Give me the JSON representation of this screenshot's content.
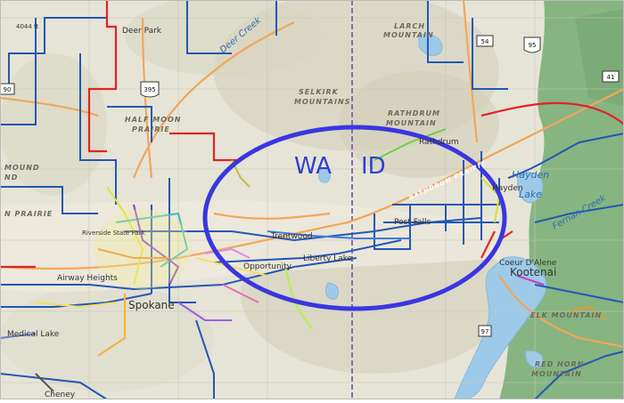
{
  "map": {
    "elevation_label": "4044 ft",
    "state_labels": {
      "washington": "WA",
      "idaho": "ID"
    },
    "places": {
      "deer_park": "Deer Park",
      "trentwood": "Trentwood",
      "opportunity": "Opportunity",
      "liberty_lake": "Liberty Lake",
      "riverside_park": "Riverside State Park",
      "airway_heights": "Airway Heights",
      "spokane": "Spokane",
      "medical_lake": "Medical Lake",
      "post_falls": "Post Falls",
      "coeur_dalene": "Coeur D'Alene",
      "kootenai": "Kootenai",
      "hayden": "Hayden",
      "rathdrum": "Rathdrum",
      "cheney": "Cheney"
    },
    "terrain": {
      "larch": "LARCH",
      "mountain": "MOUNTAIN",
      "selkirk": "SELKIRK",
      "mountains": "MOUNTAINS",
      "rathdrum_caps": "RATHDRUM",
      "half_moon": "HALF MOON",
      "prairie": "PRAIRIE",
      "mound": "MOUND",
      "prairie_frag": "ND",
      "prairie_left": "N PRAIRIE",
      "elk_mountain": "ELK MOUNTAIN",
      "red_horn": "RED HORN",
      "red_horn_mtn": "MOUNTAIN",
      "rathdrum_prairie": "RATHDRUM PRAIRIE"
    },
    "water": {
      "deer_creek": "Deer Creek",
      "hayden_lake_1": "Hayden",
      "hayden_lake_2": "Lake",
      "fernan_creek": "Fernan Creek"
    },
    "shields": {
      "us395": "395",
      "us95": "95",
      "sh54": "54",
      "sh41": "41",
      "i90": "90",
      "sh97": "97"
    },
    "colors": {
      "ellipse": "#3a36e0",
      "border": "#8a6fb0",
      "highway": "#f2a65a",
      "forest": "#7fb07a",
      "water": "#9ecae9",
      "route_blue": "#2357b5",
      "route_red": "#e0242a"
    }
  }
}
